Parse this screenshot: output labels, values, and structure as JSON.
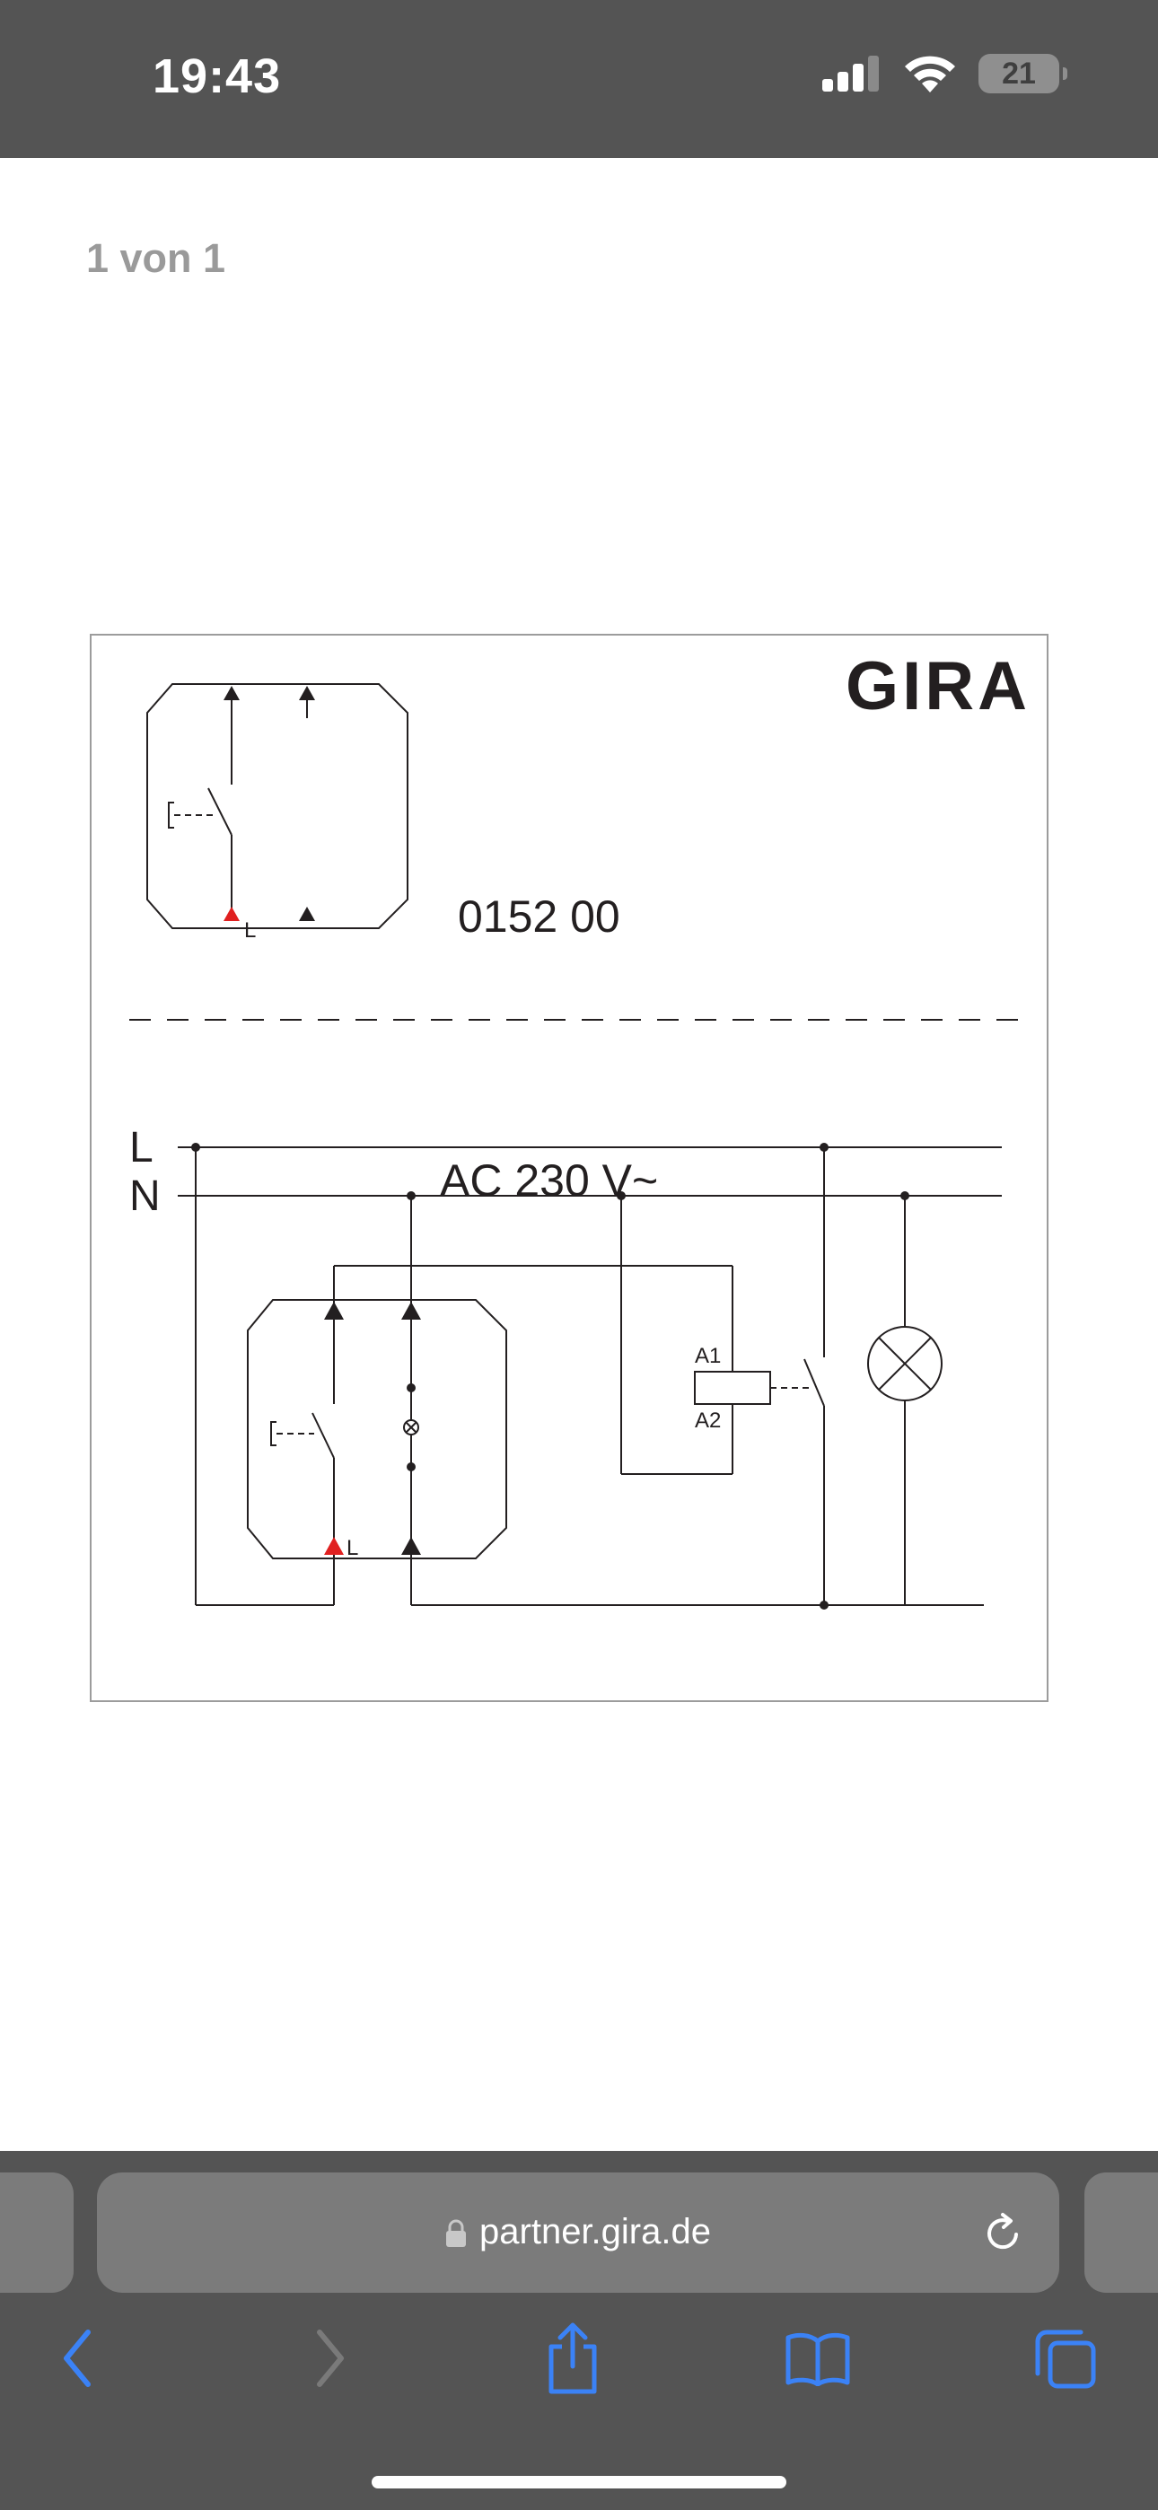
{
  "status_bar": {
    "time": "19:43",
    "battery": "21"
  },
  "viewer": {
    "page_counter": "1 von 1"
  },
  "document": {
    "brand": "GIRA",
    "article_number": "0152 00",
    "diagram": {
      "line_label_l": "L",
      "line_label_n": "N",
      "voltage": "AC 230 V~",
      "terminal_l": "L",
      "relay_a1": "A1",
      "relay_a2": "A2"
    }
  },
  "browser": {
    "url": "partner.gira.de",
    "icons": [
      "back-icon",
      "forward-icon",
      "share-icon",
      "bookmarks-icon",
      "tabs-icon",
      "lock-icon",
      "reload-icon"
    ]
  },
  "colors": {
    "chrome": "#545454",
    "field": "#7b7b7b",
    "accent": "#3b82f6",
    "terminal_red": "#e02020"
  }
}
